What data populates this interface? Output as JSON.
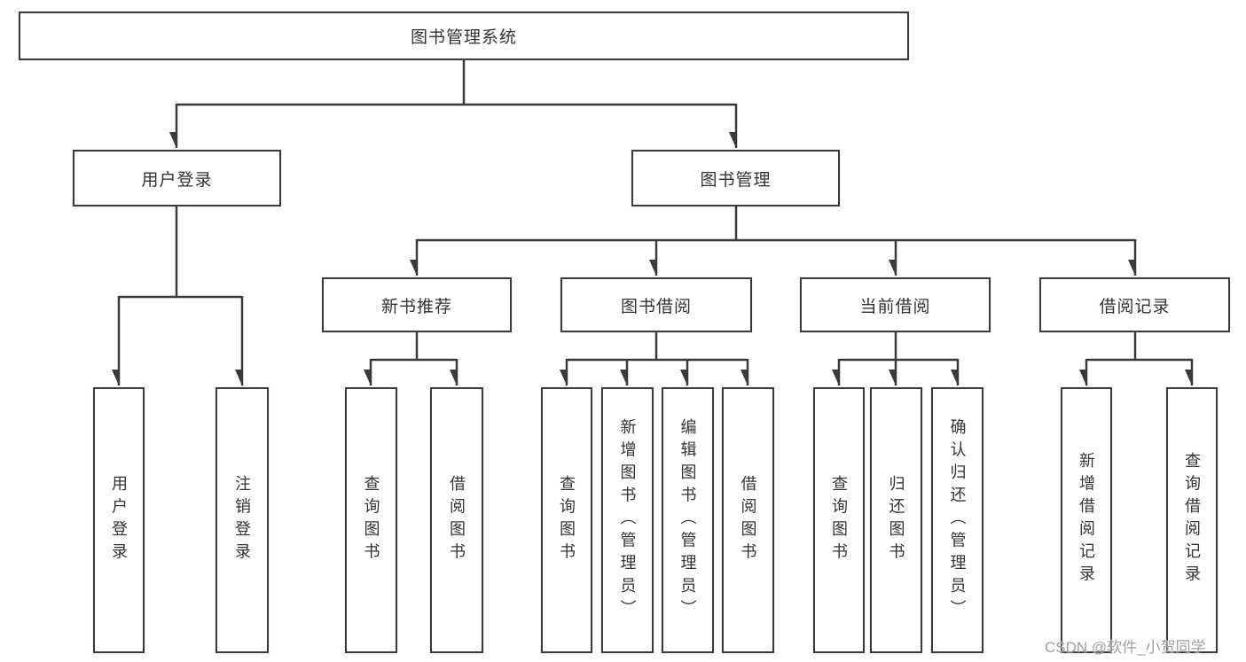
{
  "diagram_type": "hierarchy",
  "watermark": "CSDN @软件_小贺同学",
  "colors": {
    "line": "#3a3a3a",
    "box_border": "#3a3a3a",
    "box_fill": "#ffffff",
    "text": "#333333",
    "watermark": "#9e9e9e",
    "background": "#ffffff"
  },
  "tree": {
    "label": "图书管理系统",
    "children": [
      {
        "label": "用户登录",
        "children": [
          {
            "label": "用户登录"
          },
          {
            "label": "注销登录"
          }
        ]
      },
      {
        "label": "图书管理",
        "children": [
          {
            "label": "新书推荐",
            "children": [
              {
                "label": "查询图书"
              },
              {
                "label": "借阅图书"
              }
            ]
          },
          {
            "label": "图书借阅",
            "children": [
              {
                "label": "查询图书"
              },
              {
                "label": "新增图书（管理员）"
              },
              {
                "label": "编辑图书（管理员）"
              },
              {
                "label": "借阅图书"
              }
            ]
          },
          {
            "label": "当前借阅",
            "children": [
              {
                "label": "查询图书"
              },
              {
                "label": "归还图书"
              },
              {
                "label": "确认归还（管理员）"
              }
            ]
          },
          {
            "label": "借阅记录",
            "children": [
              {
                "label": "新增借阅记录"
              },
              {
                "label": "查询借阅记录"
              }
            ]
          }
        ]
      }
    ]
  }
}
